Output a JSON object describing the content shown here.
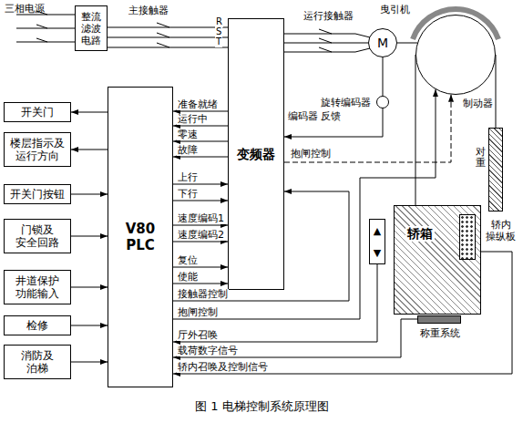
{
  "diagram": {
    "caption": "图 1 电梯控制系统原理图",
    "nodes": [
      {
        "text": [
          "整流 滤波 电路"
        ]
      },
      {
        "text": [
          "变频器"
        ]
      },
      {
        "text": [
          "M"
        ]
      },
      {
        "text": [
          "曳引机"
        ]
      },
      {
        "text": [
          "旋转编码器"
        ]
      },
      {
        "text": [
          "对重"
        ]
      },
      {
        "text": [
          "V80 PLC"
        ]
      },
      {
        "text": [
          "开关门"
        ]
      },
      {
        "text": [
          "楼层指示及 运行方向"
        ]
      },
      {
        "text": [
          "开关门按钮"
        ]
      },
      {
        "text": [
          "门锁及 安全回路"
        ]
      },
      {
        "text": [
          "井道保护 功能输入"
        ]
      },
      {
        "text": [
          "检修"
        ]
      },
      {
        "text": [
          "消防及 泊梯"
        ]
      },
      {
        "text": [
          "▲",
          "▼"
        ]
      },
      {
        "text": [
          "轿箱"
        ]
      },
      {
        "text": [
          "轿内 操纵板"
        ],
        "in": 15
      },
      {
        "text": [
          "称重系统"
        ]
      }
    ],
    "edges": [
      {
        "from": 0,
        "to": 1,
        "arrow": "none"
      },
      {
        "from": 1,
        "to": 2,
        "arrow": "none"
      },
      {
        "from": 2,
        "to": 3,
        "arrow": "none"
      },
      {
        "from": 2,
        "to": 4,
        "arrow": "none"
      },
      {
        "from": 3,
        "to": 5,
        "arrow": "none"
      },
      {
        "from": 3,
        "to": 15,
        "arrow": "none"
      },
      {
        "from": 6,
        "to": 7,
        "arrow": "to"
      },
      {
        "from": 6,
        "to": 8,
        "arrow": "to"
      },
      {
        "from": 9,
        "to": 6,
        "arrow": "to"
      },
      {
        "from": 10,
        "to": 6,
        "arrow": "to"
      },
      {
        "from": 11,
        "to": 6,
        "arrow": "to"
      },
      {
        "from": 12,
        "to": 6,
        "arrow": "to"
      },
      {
        "from": 13,
        "to": 6,
        "arrow": "to"
      },
      {
        "from": 1,
        "to": 6,
        "arrow": "to",
        "label": "准备就绪"
      },
      {
        "from": 1,
        "to": 6,
        "arrow": "to",
        "label": "运行中"
      },
      {
        "from": 1,
        "to": 6,
        "arrow": "to",
        "label": "零速"
      },
      {
        "from": 1,
        "to": 6,
        "arrow": "to",
        "label": "故障"
      },
      {
        "from": 6,
        "to": 1,
        "arrow": "to",
        "label": "上行"
      },
      {
        "from": 6,
        "to": 1,
        "arrow": "to",
        "label": "下行"
      },
      {
        "from": 6,
        "to": 1,
        "arrow": "to",
        "label": "速度编码1"
      },
      {
        "from": 6,
        "to": 1,
        "arrow": "to",
        "label": "速度编码2"
      },
      {
        "from": 6,
        "to": 1,
        "arrow": "to",
        "label": "复位"
      },
      {
        "from": 6,
        "to": 1,
        "arrow": "to",
        "label": "使能"
      },
      {
        "from": 4,
        "to": 1,
        "arrow": "to",
        "label": "编码器 反馈"
      },
      {
        "from": 1,
        "to": 3,
        "arrow": "to",
        "label": "抱闸控制"
      },
      {
        "from": 6,
        "to": 1,
        "arrow": "to",
        "label": "接触器控制"
      },
      {
        "from": 6,
        "to": 3,
        "arrow": "to",
        "label": "抱闸控制"
      },
      {
        "from": 14,
        "to": 6,
        "arrow": "to",
        "label": "厅外召唤"
      },
      {
        "from": 17,
        "to": 6,
        "arrow": "to",
        "label": "载荷数字信号"
      },
      {
        "from": 16,
        "to": 6,
        "arrow": "to",
        "label": "轿内召唤及控制信号"
      }
    ],
    "labels": [
      "三相电源",
      "主接触器",
      "R",
      "S",
      "T",
      "运行接触器",
      "制动器"
    ]
  }
}
